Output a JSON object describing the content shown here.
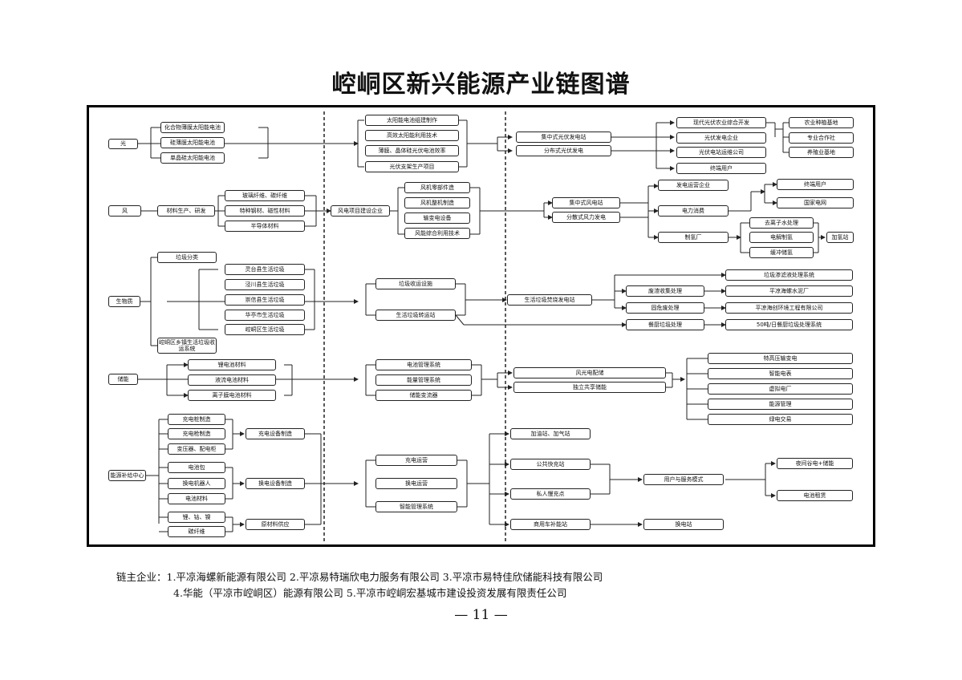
{
  "title": "崆峒区新兴能源产业链图谱",
  "nodes": {
    "guang": "光",
    "g_h1": "化合物薄膜太阳能电池",
    "g_h2": "硅薄膜太阳能电池",
    "g_h3": "单晶硅太阳能电池",
    "g_m1": "太阳能电池组建制作",
    "g_m2": "高效太阳能利用技术",
    "g_m3": "薄膜、晶体硅光伏电池效率",
    "g_m4": "光伏支架生产项目",
    "g_c1": "集中式光伏发电站",
    "g_c2": "分布式光伏发电",
    "g_r1": "现代光伏农业综合开发",
    "g_r2": "光伏发电企业",
    "g_r3": "光伏电站运维公司",
    "g_r4": "终端用户",
    "g_f1": "农业种植基地",
    "g_f2": "专业合作社",
    "g_f3": "养殖业基地",
    "feng": "风",
    "f_cl": "材料生产、研发",
    "f_m1": "玻璃纤维、碳纤维",
    "f_m2": "特种钢材、磁性材料",
    "f_m3": "半导体材料",
    "f_enterprise": "风电项目建设企业",
    "f_t1": "风机零部件造",
    "f_t2": "风机整机制造",
    "f_t3": "输变电设备",
    "f_t4": "风能综合利用技术",
    "f_c1": "集中式风电站",
    "f_c2": "分散式风力发电",
    "f_r1": "发电运营企业",
    "f_r2": "电力消费",
    "f_r3": "制氢厂",
    "f_u1": "终端用户",
    "f_u2": "国家电网",
    "f_h1": "去离子水处理",
    "f_h2": "电解制氢",
    "f_h3": "缓冲储氢",
    "f_h4": "加氢站",
    "sw": "生物质",
    "sw_fl": "垃圾分类",
    "sw_l1": "灵台县生活垃圾",
    "sw_l2": "泾川县生活垃圾",
    "sw_l3": "崇信县生活垃圾",
    "sw_l4": "华亭市生活垃圾",
    "sw_l5": "崆峒区生活垃圾",
    "sw_xz": "崆峒区乡镇生活垃圾收运系统",
    "sw_m1": "垃圾收运设施",
    "sw_m2": "生活垃圾转运站",
    "sw_plant": "生活垃圾焚烧发电站",
    "sw_s1": "垃圾渗滤液处理系统",
    "sw_s2": "废渣收集处理",
    "sw_s3": "固危废处理",
    "sw_s4": "餐厨垃圾处理",
    "sw_e1": "平凉海螺水泥厂",
    "sw_e2": "平凉海创环境工程有限公司",
    "sw_e3": "50吨/日餐厨垃圾处理系统",
    "cn": "储能",
    "cn_m1": "锂电池材料",
    "cn_m2": "液流电池材料",
    "cn_m3": "离子膜电池材料",
    "cn_s1": "电池管理系统",
    "cn_s2": "能量管理系统",
    "cn_s3": "储能变流器",
    "cn_c1": "风光电配储",
    "cn_c2": "独立共享储能",
    "cn_r1": "特高压输变电",
    "cn_r2": "智能电表",
    "cn_r3": "虚拟电厂",
    "cn_r4": "能源管理",
    "cn_r5": "绿电交易",
    "ny": "能源补给中心",
    "ny_a1": "充电桩制造",
    "ny_a2": "充电枪制造",
    "ny_a3": "变压器、配电柜",
    "ny_b1": "电池包",
    "ny_b2": "换电机器人",
    "ny_b3": "电池材料",
    "ny_c1": "锂、钴、镍",
    "ny_c2": "碳纤维",
    "ny_g1": "充电设备制造",
    "ny_g2": "换电设备制造",
    "ny_g3": "原材料供应",
    "ny_o1": "充电运营",
    "ny_o2": "换电运营",
    "ny_o3": "智能管理系统",
    "ny_p1": "加油站、加气站",
    "ny_p2": "公共快充站",
    "ny_p3": "私人慢充点",
    "ny_p4": "商用车补能站",
    "ny_user": "用户与服务模式",
    "ny_v1": "夜间谷电+储能",
    "ny_v2": "电池租赁",
    "ny_hd": "换电站"
  },
  "footer": {
    "line1": "链主企业：1.平凉海螺新能源有限公司  2.平凉易特瑞欣电力服务有限公司  3.平凉市易特佳欣储能科技有限公司",
    "line2": "4.华能（平凉市崆峒区）能源有限公司  5.平凉市崆峒宏基城市建设投资发展有限责任公司",
    "page": "— 11 —"
  }
}
